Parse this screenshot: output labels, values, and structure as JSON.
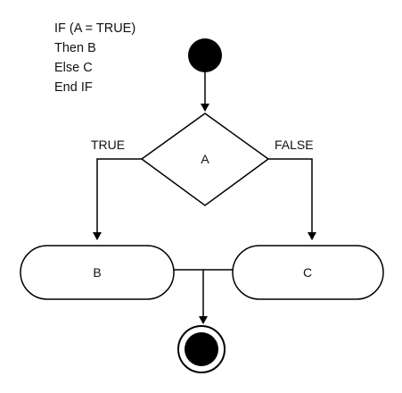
{
  "code": {
    "lines": [
      "IF (A = TRUE)",
      "Then B",
      "Else C",
      "End IF"
    ]
  },
  "nodes": {
    "decision": {
      "label": "A"
    },
    "action_b": {
      "label": "B"
    },
    "action_c": {
      "label": "C"
    }
  },
  "edges": {
    "true_label": "TRUE",
    "false_label": "FALSE"
  },
  "colors": {
    "stroke": "#000000",
    "fill": "#ffffff",
    "text": "#111111"
  }
}
